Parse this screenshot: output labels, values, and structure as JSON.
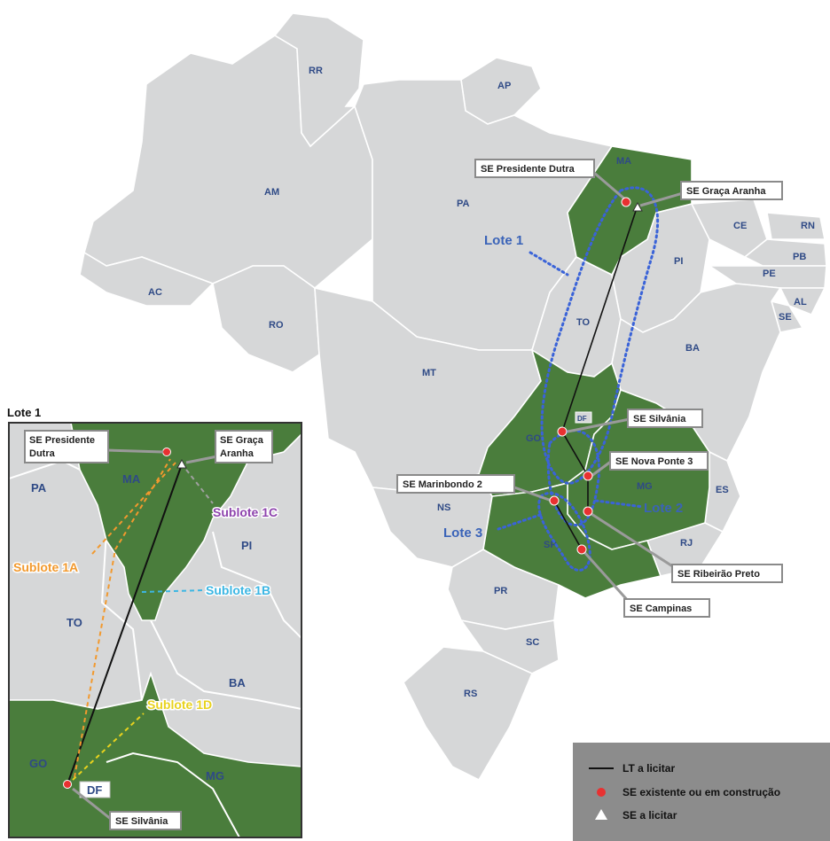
{
  "states": {
    "RR": "RR",
    "AP": "AP",
    "AM": "AM",
    "PA": "PA",
    "MA": "MA",
    "CE": "CE",
    "RN": "RN",
    "PB": "PB",
    "PE": "PE",
    "AL": "AL",
    "SE": "SE",
    "PI": "PI",
    "AC": "AC",
    "RO": "RO",
    "TO": "TO",
    "BA": "BA",
    "MT": "MT",
    "GO": "GO",
    "DF": "DF",
    "MG": "MG",
    "ES": "ES",
    "NS": "NS",
    "SP": "SP",
    "RJ": "RJ",
    "PR": "PR",
    "SC": "SC",
    "RS": "RS"
  },
  "substations": {
    "presidente_dutra": "SE Presidente Dutra",
    "graca_aranha": "SE Graça Aranha",
    "silvania": "SE Silvânia",
    "nova_ponte": "SE Nova Ponte 3",
    "marimbondo": "SE Marinbondo 2",
    "ribeirao_preto": "SE Ribeirão Preto",
    "campinas": "SE Campinas"
  },
  "lots": {
    "lote1": "Lote 1",
    "lote2": "Lote 2",
    "lote3": "Lote 3"
  },
  "inset": {
    "title": "Lote 1",
    "presidente_dutra_line1": "SE Presidente",
    "presidente_dutra_line2": "Dutra",
    "graca_aranha_line1": "SE Graça",
    "graca_aranha_line2": "Aranha",
    "silvania": "SE Silvânia",
    "states": {
      "PA": "PA",
      "MA": "MA",
      "PI": "PI",
      "TO": "TO",
      "BA": "BA",
      "GO": "GO",
      "DF": "DF",
      "MG": "MG"
    },
    "sublots": {
      "s1a": {
        "label": "Sublote 1A",
        "color": "#f2992e"
      },
      "s1b": {
        "label": "Sublote 1B",
        "color": "#3cb6e3"
      },
      "s1c": {
        "label": "Sublote 1C",
        "color": "#8e44ad"
      },
      "s1d": {
        "label": "Sublote 1D",
        "color": "#e8d21d"
      }
    }
  },
  "legend": {
    "line": "LT a licitar",
    "existing": "SE existente ou em construção",
    "tender": "SE a licitar"
  },
  "colors": {
    "state_fill": "#d6d7d8",
    "highlight_fill": "#4a7d3c",
    "substation_dot": "#e83131",
    "lot_outline": "#3a63d8"
  }
}
